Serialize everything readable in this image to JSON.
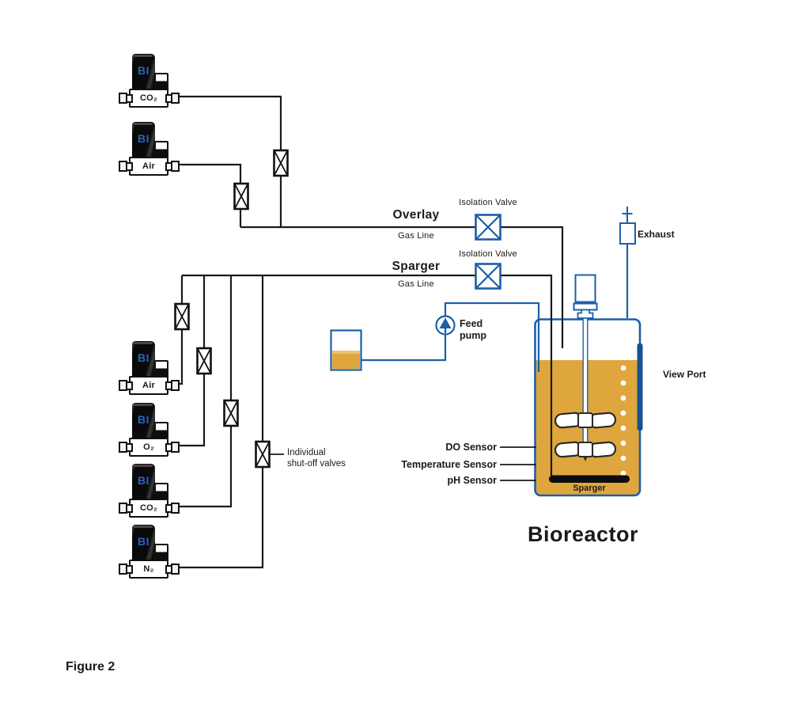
{
  "diagram": {
    "figure_caption": "Figure 2",
    "title": "Bioreactor",
    "brand": "BI",
    "overlay_line": {
      "title": "Overlay",
      "subtitle": "Gas Line",
      "valve_label": "Isolation Valve"
    },
    "sparger_line": {
      "title": "Sparger",
      "subtitle": "Gas Line",
      "valve_label": "Isolation Valve"
    },
    "feed_pump": {
      "line1": "Feed",
      "line2": "pump"
    },
    "exhaust_label": "Exhaust",
    "view_port_label": "View Port",
    "sensors": {
      "do": "DO Sensor",
      "temperature": "Temperature Sensor",
      "ph": "pH Sensor"
    },
    "sparger_label": "Sparger",
    "shutoff_note": {
      "line1": "Individual",
      "line2": "shut-off valves"
    },
    "mfcs": [
      {
        "gas": "CO₂",
        "group": "overlay"
      },
      {
        "gas": "Air",
        "group": "overlay"
      },
      {
        "gas": "Air",
        "group": "sparger"
      },
      {
        "gas": "O₂",
        "group": "sparger"
      },
      {
        "gas": "CO₂",
        "group": "sparger"
      },
      {
        "gas": "N₂",
        "group": "sparger"
      }
    ],
    "colors": {
      "pipe_black": "#1a1a1a",
      "line_blue": "#1d5fa7",
      "liquid_amber": "#dfa63e",
      "brand_blue": "#2565c0"
    }
  }
}
